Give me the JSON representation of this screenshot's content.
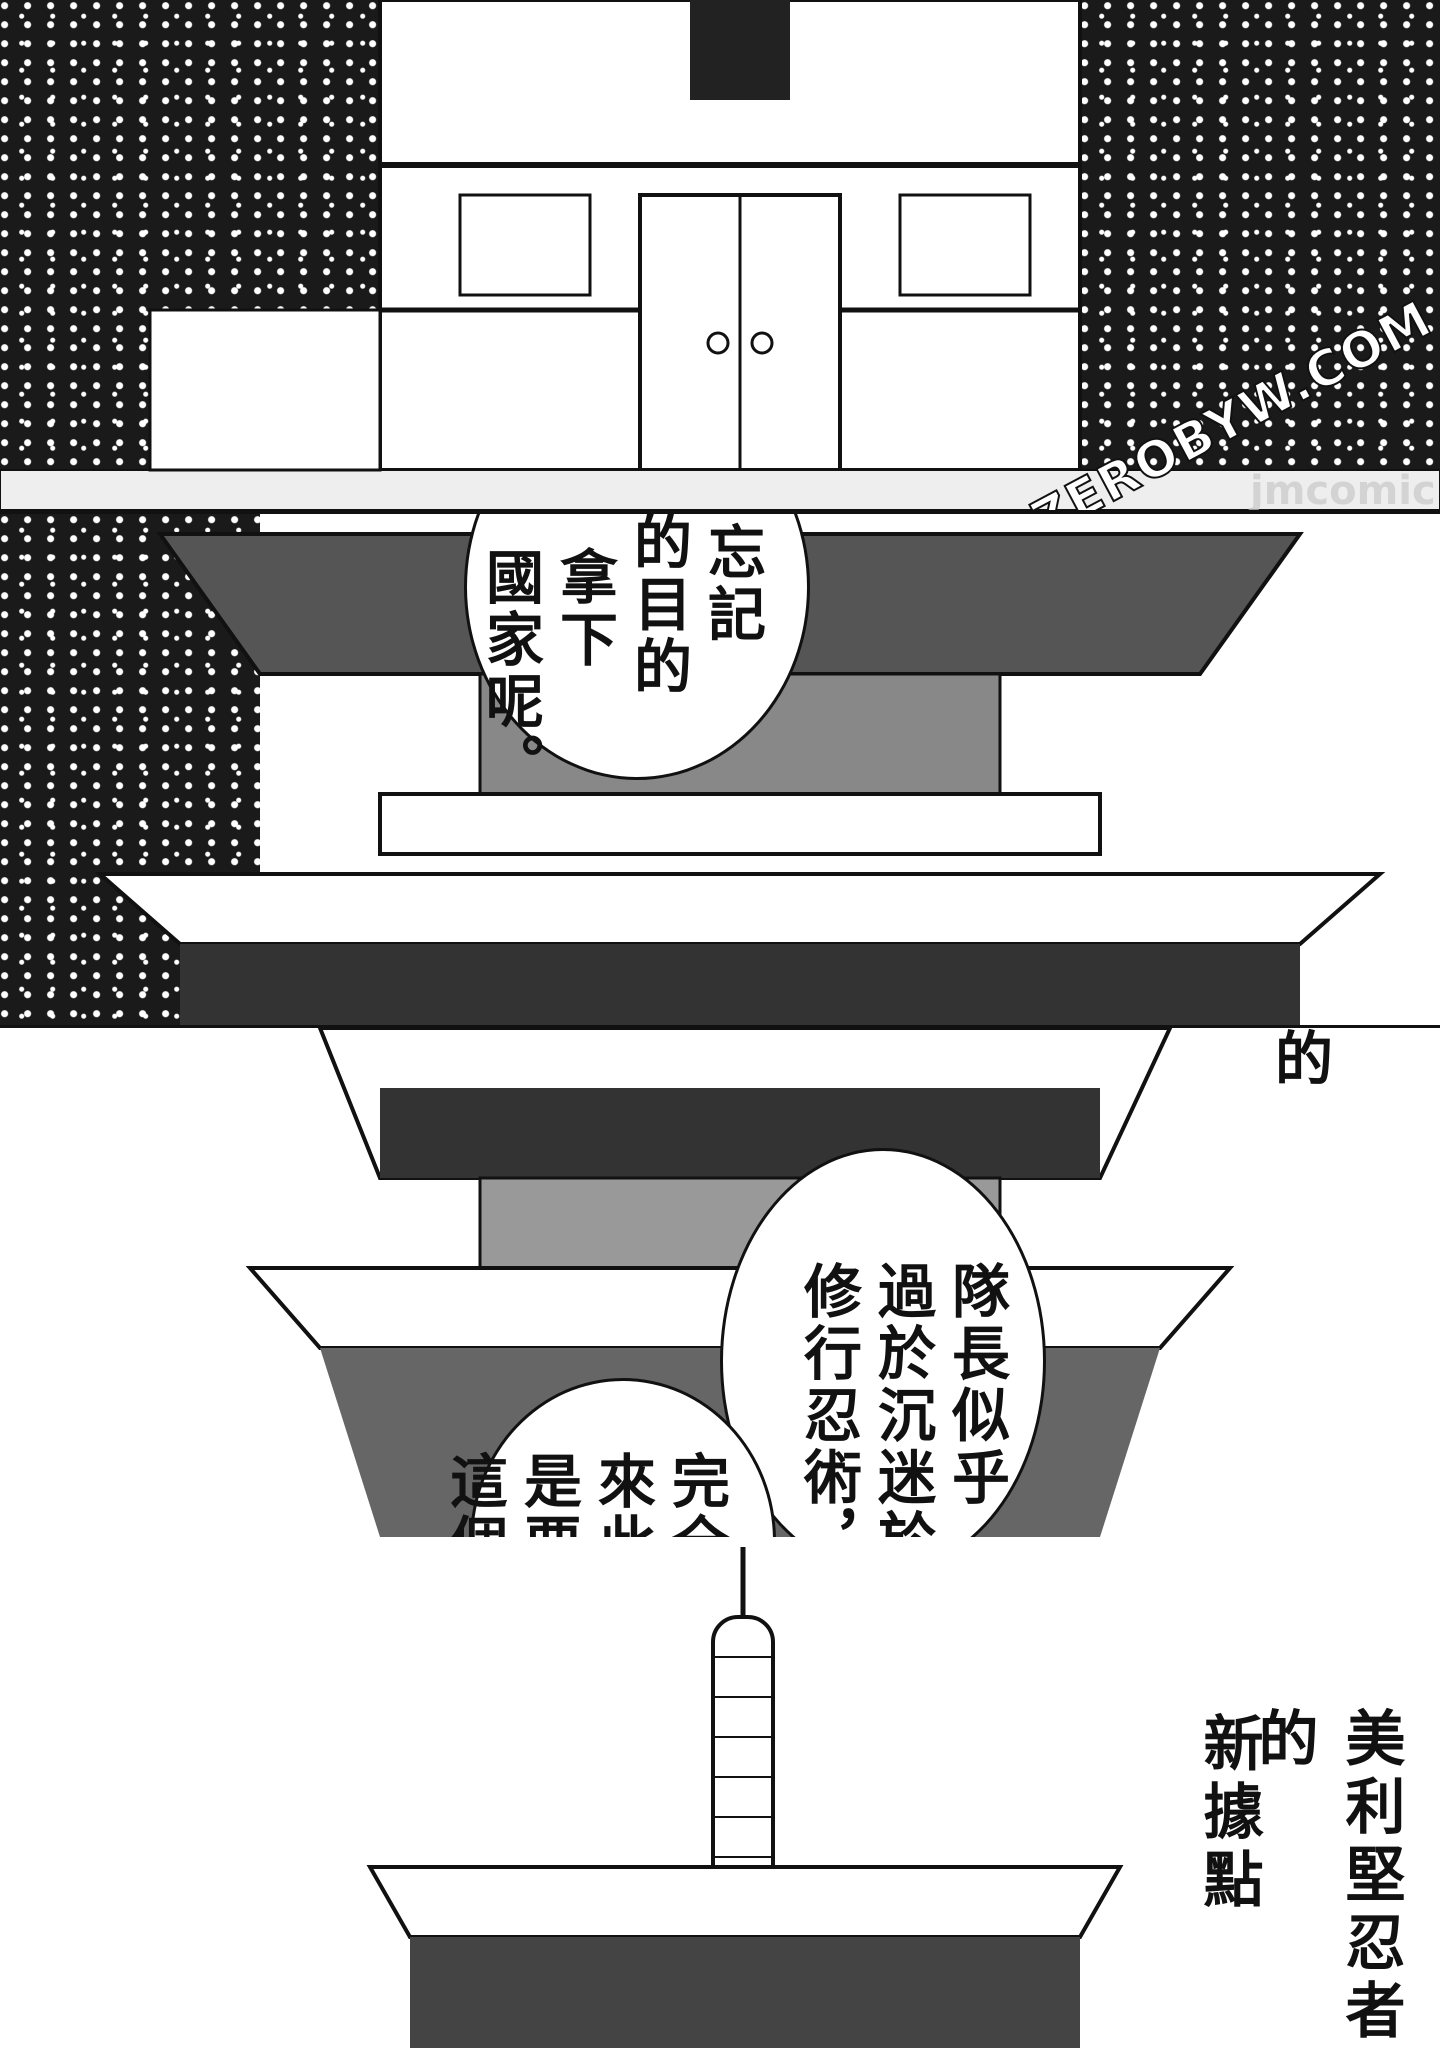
{
  "bubbles": {
    "top": {
      "columns": [
        "忘記",
        "的目的",
        "拿下",
        "國家呢。"
      ]
    },
    "middle": {
      "columns": [
        "隊長似乎",
        "過於沉迷於",
        "修行忍術，"
      ]
    },
    "lower": {
      "columns": [
        "完全",
        "來此",
        "是要",
        "這個"
      ]
    }
  },
  "stray_text": "的",
  "caption": {
    "columns": [
      "美利堅忍者的",
      "新據點"
    ]
  },
  "watermarks": {
    "site": "ZEROBYW.COM",
    "brand": "jmcomic"
  }
}
